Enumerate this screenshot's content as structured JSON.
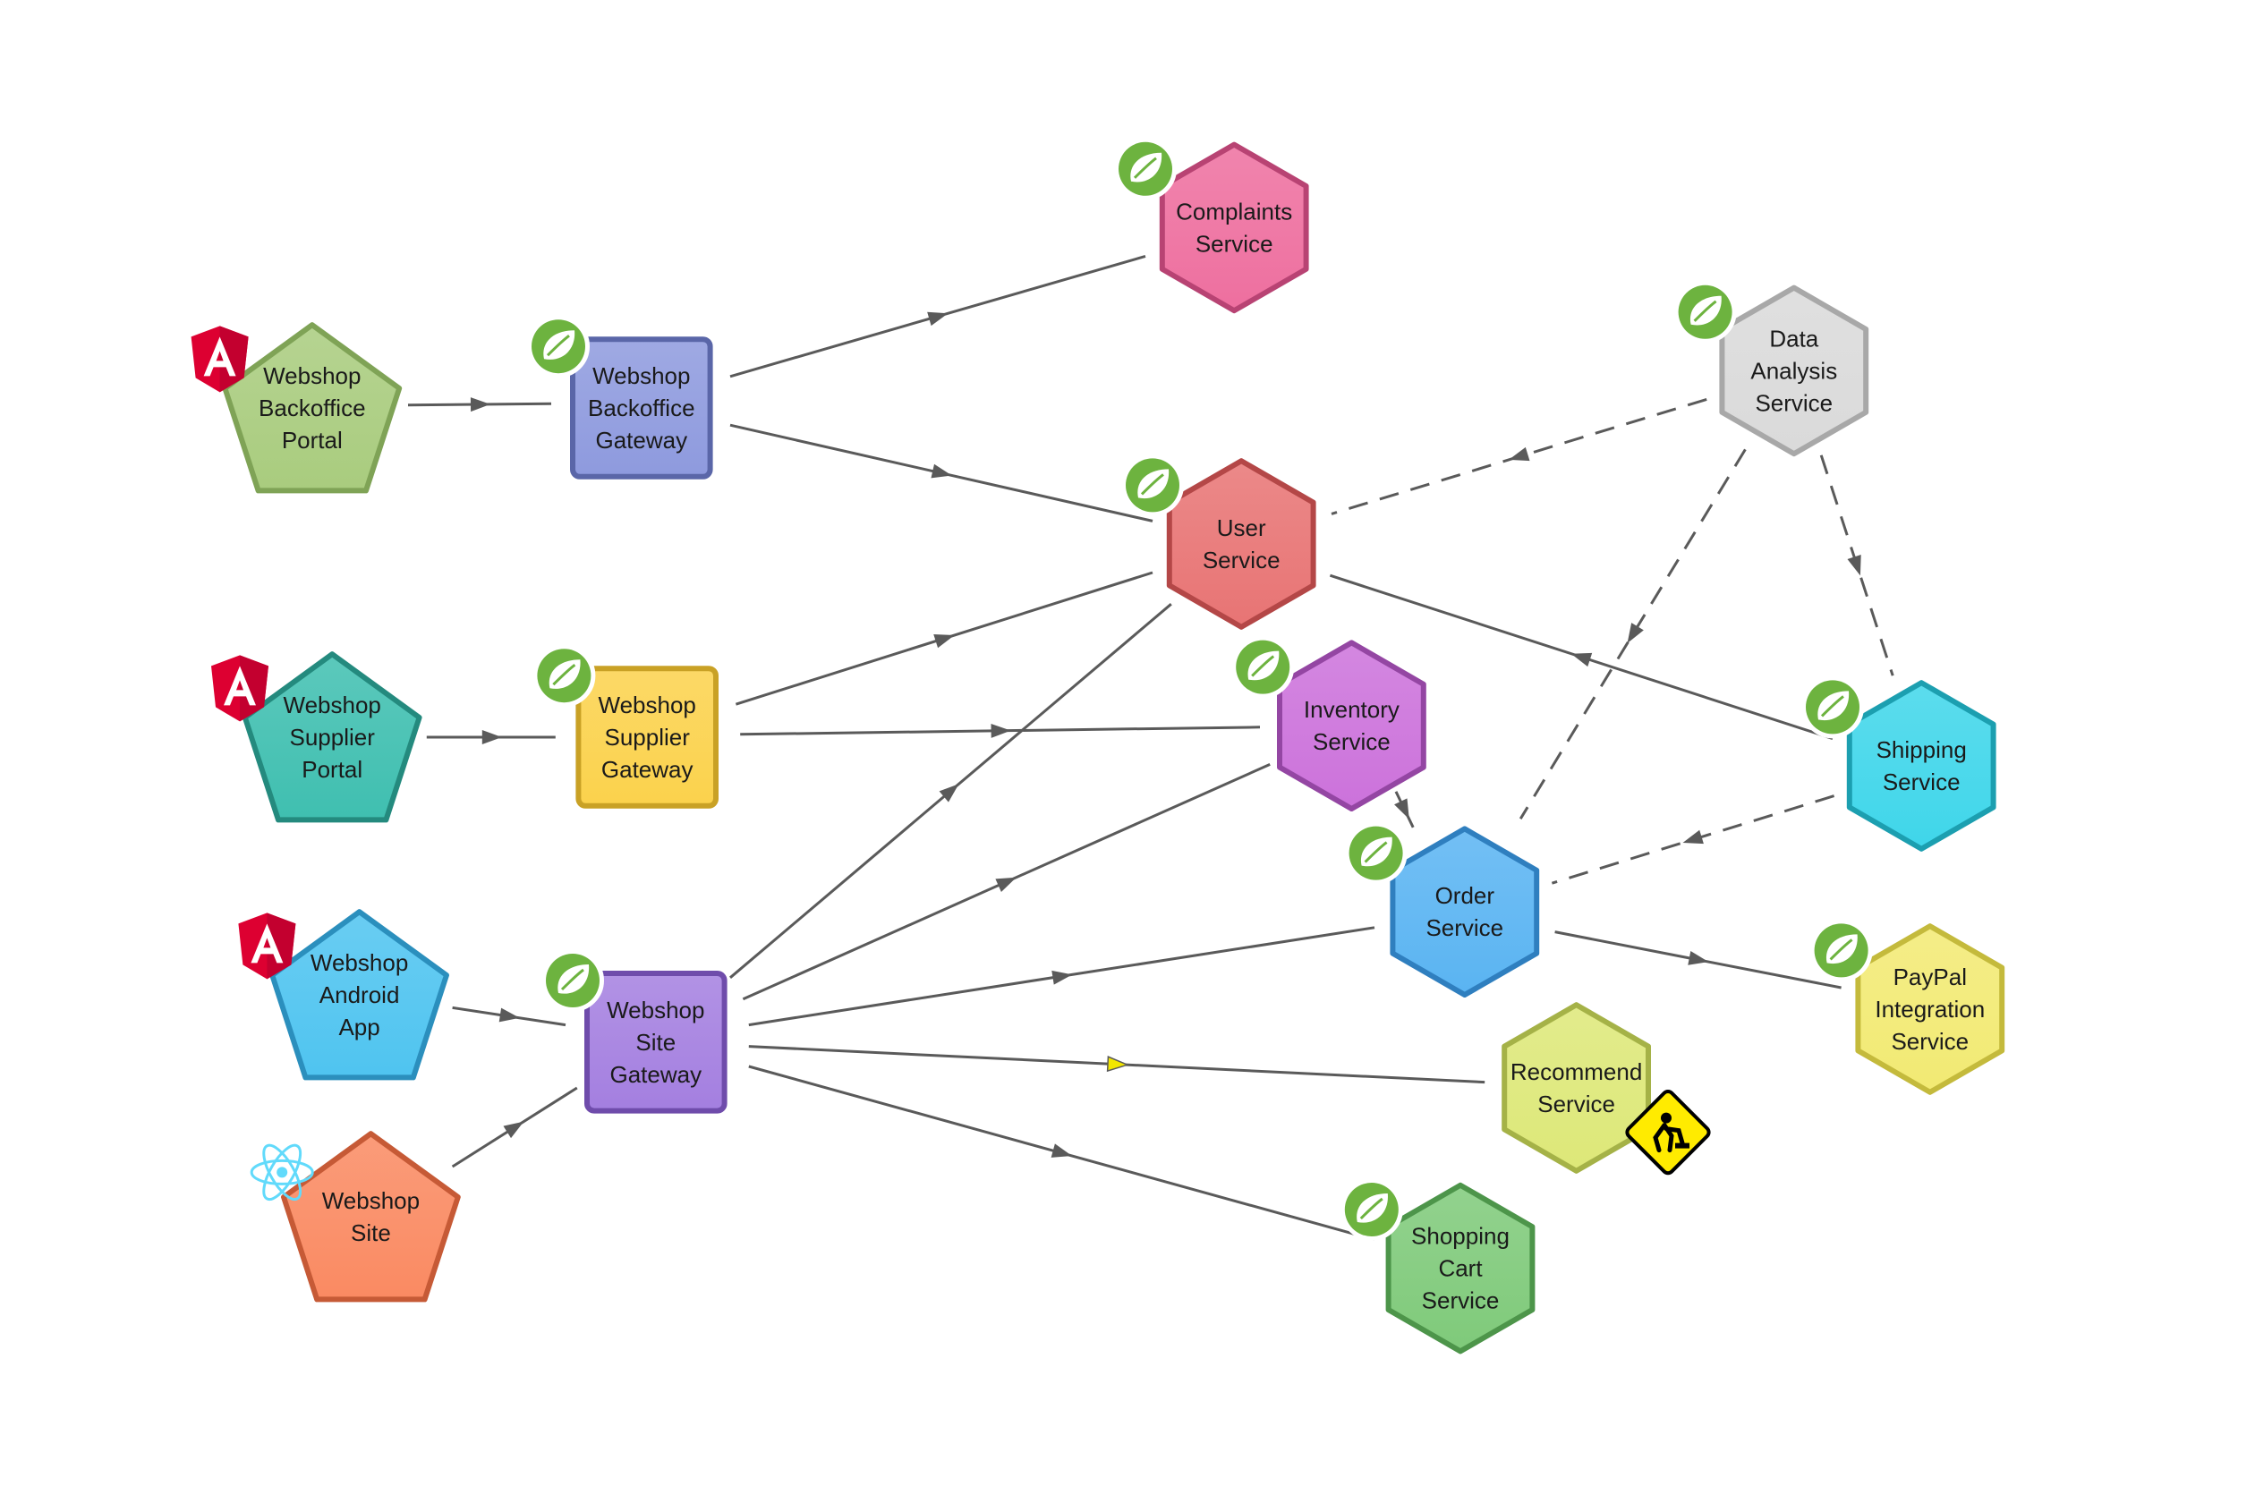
{
  "nodes": [
    {
      "id": "complaints",
      "lines": [
        "Complaints",
        "Service"
      ],
      "shape": "hexagon",
      "fill": "#ee6f9f",
      "stroke": "#b84373",
      "badge": "spring-icon"
    },
    {
      "id": "backoffice_portal",
      "lines": [
        "Webshop",
        "Backoffice",
        "Portal"
      ],
      "shape": "pentagon",
      "fill": "#a9cc7e",
      "stroke": "#7fa356",
      "badge": "angular-icon"
    },
    {
      "id": "backoffice_gateway",
      "lines": [
        "Webshop",
        "Backoffice",
        "Gateway"
      ],
      "shape": "square",
      "fill": "#8e9ade",
      "stroke": "#5a66a8",
      "badge": "spring-icon"
    },
    {
      "id": "data_analysis",
      "lines": [
        "Data",
        "Analysis",
        "Service"
      ],
      "shape": "hexagon",
      "fill": "#dadada",
      "stroke": "#a8a8a8",
      "badge": "spring-icon"
    },
    {
      "id": "user",
      "lines": [
        "User",
        "Service"
      ],
      "shape": "hexagon",
      "fill": "#e87474",
      "stroke": "#b44747",
      "badge": "spring-icon"
    },
    {
      "id": "supplier_portal",
      "lines": [
        "Webshop",
        "Supplier",
        "Portal"
      ],
      "shape": "pentagon",
      "fill": "#3fbfb0",
      "stroke": "#248a7e",
      "badge": "angular-icon"
    },
    {
      "id": "supplier_gateway",
      "lines": [
        "Webshop",
        "Supplier",
        "Gateway"
      ],
      "shape": "square",
      "fill": "#fbd24c",
      "stroke": "#c9a125",
      "badge": "spring-icon"
    },
    {
      "id": "inventory",
      "lines": [
        "Inventory",
        "Service"
      ],
      "shape": "hexagon",
      "fill": "#cc72db",
      "stroke": "#9446a3",
      "badge": "spring-icon"
    },
    {
      "id": "shipping",
      "lines": [
        "Shipping",
        "Service"
      ],
      "shape": "hexagon",
      "fill": "#3fd6ea",
      "stroke": "#1c9fb0",
      "badge": "spring-icon"
    },
    {
      "id": "order",
      "lines": [
        "Order",
        "Service"
      ],
      "shape": "hexagon",
      "fill": "#5ab4f2",
      "stroke": "#2f7fbf",
      "badge": "spring-icon"
    },
    {
      "id": "android_app",
      "lines": [
        "Webshop",
        "Android",
        "App"
      ],
      "shape": "pentagon",
      "fill": "#4fc4f0",
      "stroke": "#2b8fbd",
      "badge": "angular-icon"
    },
    {
      "id": "site_gateway",
      "lines": [
        "Webshop",
        "Site",
        "Gateway"
      ],
      "shape": "square",
      "fill": "#a47fe0",
      "stroke": "#6f4cab",
      "badge": "spring-icon"
    },
    {
      "id": "paypal",
      "lines": [
        "PayPal",
        "Integration",
        "Service"
      ],
      "shape": "hexagon",
      "fill": "#f2ea73",
      "stroke": "#c4ba3c",
      "badge": "spring-icon"
    },
    {
      "id": "recommend",
      "lines": [
        "Recommend",
        "Service"
      ],
      "shape": "hexagon",
      "fill": "#dde878",
      "stroke": "#a5b247",
      "badge": "construction-icon"
    },
    {
      "id": "webshop_site",
      "lines": [
        "Webshop",
        "Site"
      ],
      "shape": "pentagon",
      "fill": "#fa8a62",
      "stroke": "#c65a36",
      "badge": "react-icon"
    },
    {
      "id": "shopping_cart",
      "lines": [
        "Shopping",
        "Cart",
        "Service"
      ],
      "shape": "hexagon",
      "fill": "#7fca7a",
      "stroke": "#4d954a",
      "badge": "spring-icon"
    }
  ],
  "edges": [
    {
      "from": "backoffice_portal",
      "to": "backoffice_gateway",
      "style": "solid"
    },
    {
      "from": "backoffice_gateway",
      "to": "complaints",
      "style": "solid"
    },
    {
      "from": "backoffice_gateway",
      "to": "user",
      "style": "solid"
    },
    {
      "from": "supplier_portal",
      "to": "supplier_gateway",
      "style": "solid"
    },
    {
      "from": "supplier_gateway",
      "to": "user",
      "style": "solid"
    },
    {
      "from": "supplier_gateway",
      "to": "inventory",
      "style": "solid"
    },
    {
      "from": "android_app",
      "to": "site_gateway",
      "style": "solid"
    },
    {
      "from": "webshop_site",
      "to": "site_gateway",
      "style": "solid"
    },
    {
      "from": "site_gateway",
      "to": "user",
      "style": "solid"
    },
    {
      "from": "site_gateway",
      "to": "inventory",
      "style": "solid"
    },
    {
      "from": "site_gateway",
      "to": "order",
      "style": "solid"
    },
    {
      "from": "site_gateway",
      "to": "recommend",
      "style": "solid",
      "arrow": "highlight"
    },
    {
      "from": "site_gateway",
      "to": "shopping_cart",
      "style": "solid"
    },
    {
      "from": "shipping",
      "to": "user",
      "style": "solid"
    },
    {
      "from": "inventory",
      "to": "order",
      "style": "solid"
    },
    {
      "from": "order",
      "to": "paypal",
      "style": "solid"
    },
    {
      "from": "data_analysis",
      "to": "user",
      "style": "dashed"
    },
    {
      "from": "data_analysis",
      "to": "order",
      "style": "dashed"
    },
    {
      "from": "data_analysis",
      "to": "shipping",
      "style": "dashed"
    },
    {
      "from": "shipping",
      "to": "order",
      "style": "dashed"
    }
  ],
  "colors": {
    "edge": "#5a5a5a",
    "spring_badge": "#6db33f",
    "angular_badge": "#dd0031",
    "react_badge": "#61dafb",
    "construction_badge": "#ffeb00"
  }
}
